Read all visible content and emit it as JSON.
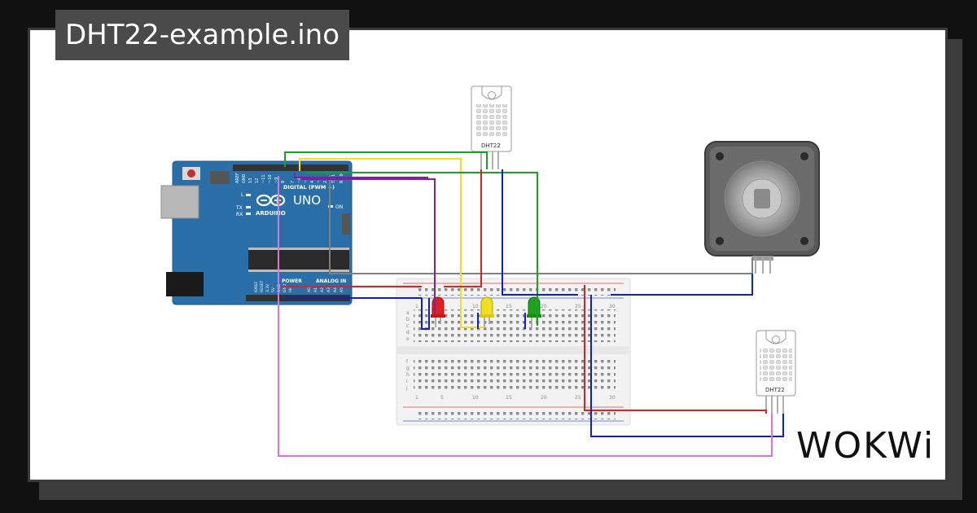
{
  "title": "DHT22-example.ino",
  "logo_text": "WOKWi",
  "arduino": {
    "model": "UNO",
    "brand": "ARDUINO",
    "digital_label": "DIGITAL (PWM ~)",
    "power_label": "POWER",
    "analog_label": "ANALOG IN",
    "on_label": "ON",
    "l_label": "L",
    "tx_label": "TX",
    "rx_label": "RX",
    "top_pins": [
      "AREF",
      "GND",
      "13",
      "12",
      "~11",
      "~10",
      "~9",
      "8",
      "7",
      "~6",
      "~5",
      "4",
      "~3",
      "2",
      "TX 1",
      "RX 0"
    ],
    "bottom_pins": [
      "IOREF",
      "RESET",
      "3.3V",
      "5V",
      "GND",
      "GND",
      "Vin",
      "A0",
      "A1",
      "A2",
      "A3",
      "A4",
      "A5"
    ]
  },
  "sensors": [
    {
      "label": "DHT22"
    },
    {
      "label": "DHT22"
    }
  ],
  "breadboard": {
    "top_numbers": [
      "1",
      "5",
      "10",
      "15",
      "20",
      "25",
      "30"
    ],
    "bottom_numbers": [
      "1",
      "5",
      "10",
      "15",
      "20",
      "25",
      "30"
    ],
    "row_letters_top": [
      "a",
      "b",
      "c",
      "d",
      "e"
    ],
    "row_letters_bottom": [
      "f",
      "g",
      "h",
      "i",
      "j"
    ]
  },
  "leds": [
    {
      "name": "red-led",
      "color": "#e02020"
    },
    {
      "name": "yellow-led",
      "color": "#f0e020"
    },
    {
      "name": "green-led",
      "color": "#20a020"
    }
  ],
  "colors": {
    "arduino_board": "#2a6fa8",
    "wire_red": "#e02020",
    "wire_blue": "#1020c8",
    "wire_green": "#20a020",
    "wire_yellow": "#f0e020",
    "wire_purple": "#8020a0",
    "wire_pink": "#e070e0",
    "wire_gray": "#808080"
  }
}
